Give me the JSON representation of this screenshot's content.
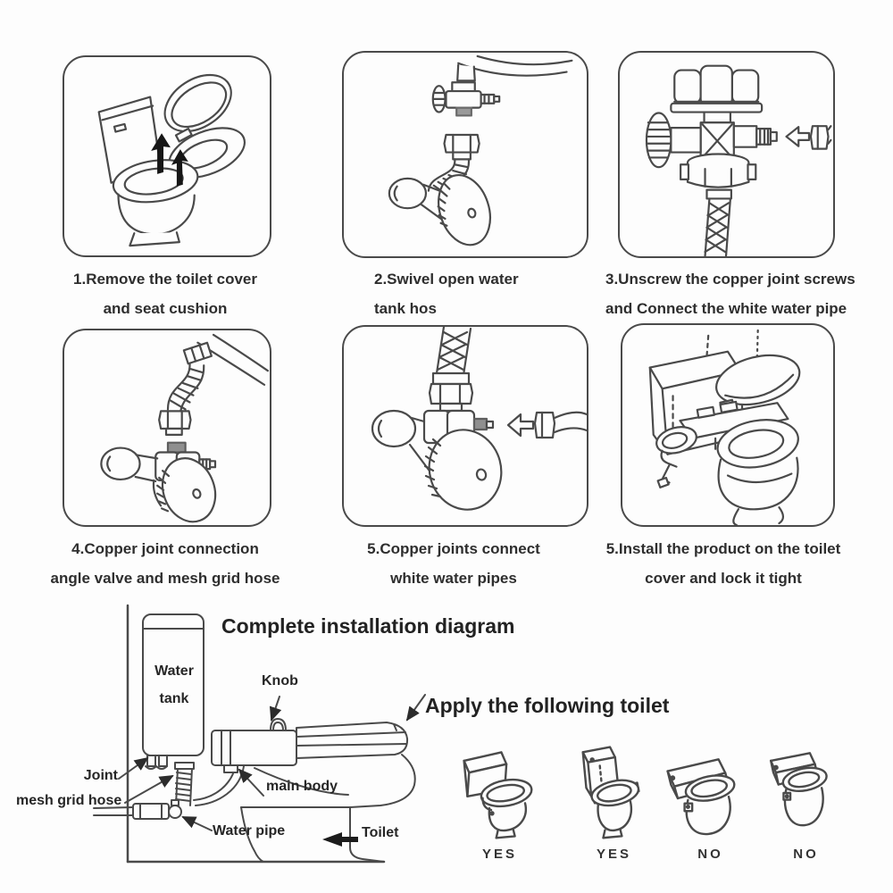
{
  "colors": {
    "line": "#4a4a4a",
    "text": "#2e2e2e",
    "background": "#fdfdfd"
  },
  "steps": [
    {
      "illustration": "toilet-cover-and-seat-removal",
      "caption_line1": "1.Remove the toilet cover",
      "caption_line2": "and seat cushion"
    },
    {
      "illustration": "water-tank-hose-swivel",
      "caption_line1": "2.Swivel open water",
      "caption_line2": "tank hos"
    },
    {
      "illustration": "t-valve-copper-joint-screws",
      "caption_line1": "3.Unscrew the copper joint screws",
      "caption_line2": "and Connect the white water pipe"
    },
    {
      "illustration": "angle-valve-mesh-grid-hose",
      "caption_line1": "4.Copper joint connection",
      "caption_line2": "angle valve and mesh grid hose"
    },
    {
      "illustration": "copper-joint-white-pipe",
      "caption_line1": "5.Copper joints connect",
      "caption_line2": "white water pipes"
    },
    {
      "illustration": "install-product-on-toilet",
      "caption_line1": "5.Install the product on the toilet",
      "caption_line2": "cover and lock it tight"
    }
  ],
  "installation_diagram": {
    "title": "Complete installation diagram",
    "labels": {
      "water_tank_line1": "Water",
      "water_tank_line2": "tank",
      "knob": "Knob",
      "joint": "Joint",
      "mesh_grid_hose": "mesh grid hose",
      "main_body": "main body",
      "water_pipe": "Water pipe",
      "toilet": "Toilet"
    }
  },
  "compatibility": {
    "title": "Apply the following toilet",
    "options": [
      {
        "label": "YES",
        "icon": "two-piece-toilet"
      },
      {
        "label": "YES",
        "icon": "one-piece-tall-tank-toilet"
      },
      {
        "label": "NO",
        "icon": "low-profile-toilet"
      },
      {
        "label": "NO",
        "icon": "compact-round-toilet"
      }
    ]
  }
}
